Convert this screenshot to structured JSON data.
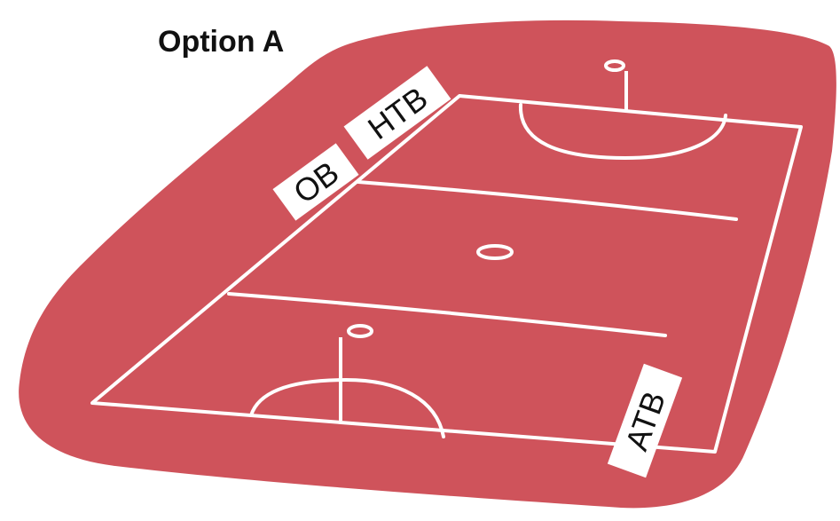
{
  "title": "Option A",
  "colors": {
    "surround": "#cf535b",
    "lines": "#ffffff",
    "signs": "#ffffff",
    "text": "#111111"
  },
  "signs": {
    "hts": "HTB",
    "ob": "OB",
    "atb": "ATB"
  }
}
